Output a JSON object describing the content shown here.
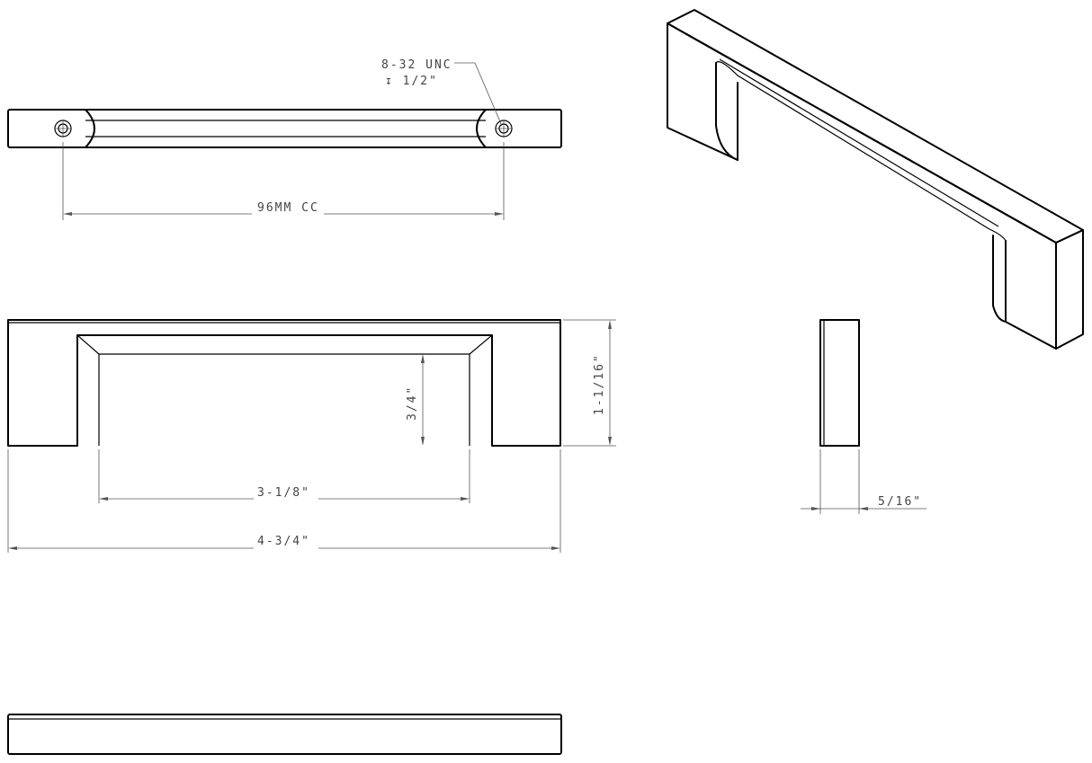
{
  "annotations": {
    "thread_spec": "8-32 UNC",
    "thread_depth": "↧ 1/2\"",
    "hole_spacing": "96MM CC",
    "inner_height": "3/4\"",
    "overall_height": "1-1/16\"",
    "inner_width": "3-1/8\"",
    "overall_length": "4-3/4\"",
    "bar_width": "5/16\""
  }
}
